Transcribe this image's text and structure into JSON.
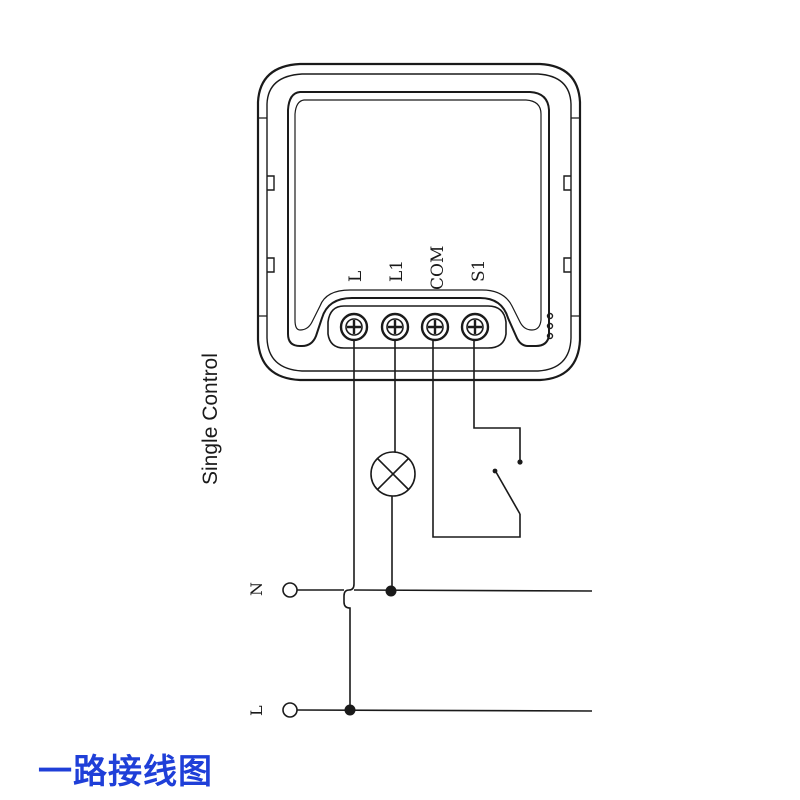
{
  "terminals": {
    "t1": "L",
    "t2": "L1",
    "t3": "COM",
    "t4": "S1"
  },
  "side_label": "Single Control",
  "lines": {
    "neutral": "N",
    "live": "L"
  },
  "caption": "一路接线图",
  "colors": {
    "caption": "#1f3fd8",
    "wire": "#1a1a1a"
  }
}
